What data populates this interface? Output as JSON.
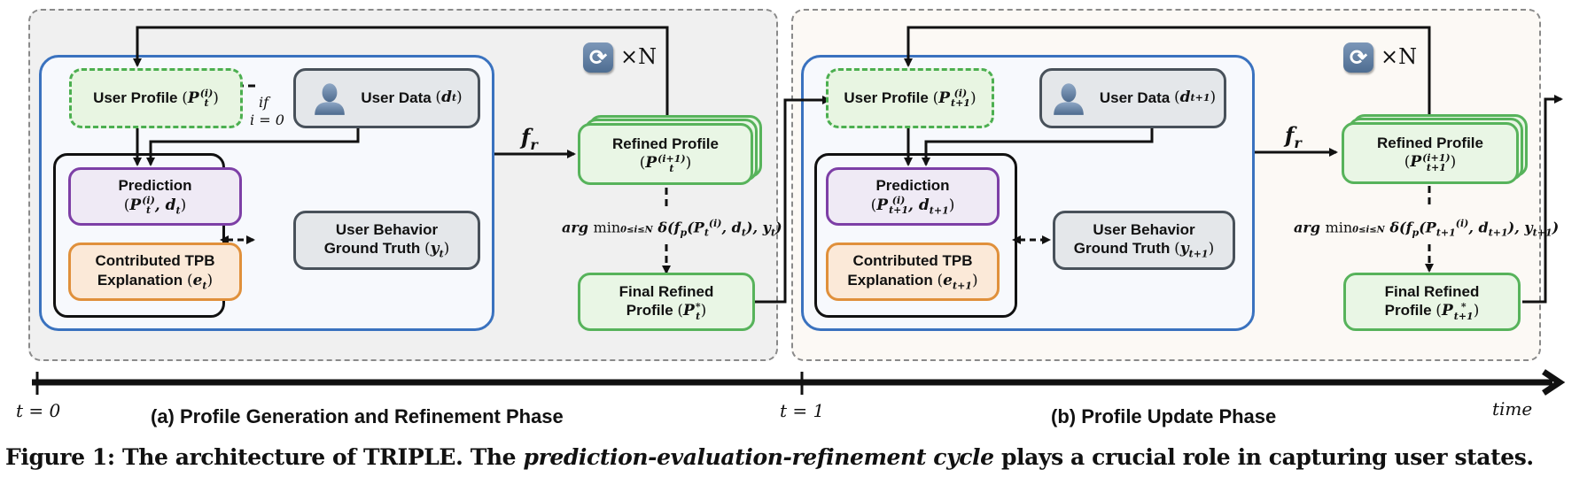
{
  "phases": [
    {
      "label": "(a) Profile Generation and Refinement Phase",
      "time_label": "t = 0",
      "user_profile": "User Profile (P_t^(i))",
      "user_profile_text": "User Profile",
      "user_data_text": "User Data",
      "user_data_var": "d",
      "user_data_sub": "t",
      "condition_line1": "if",
      "condition_line2": "i = 0",
      "prediction_title": "Prediction",
      "prediction_args": "(P_t^(i), d_t)",
      "explanation_line1": "Contributed TPB",
      "explanation_line2": "Explanation",
      "explanation_var": "e",
      "explanation_sub": "t",
      "behavior_line1": "User Behavior",
      "behavior_line2": "Ground Truth",
      "behavior_var": "y",
      "behavior_sub": "t",
      "refine_fn": "f_r",
      "refined_title": "Refined Profile",
      "refined_sup": "(i+1)",
      "refined_sub": "t",
      "objective": "arg min_{0≤i≤N} δ(f_p(P_t^(i), d_t), y_t)",
      "final_line1": "Final Refined",
      "final_line2": "Profile",
      "final_sub": "t",
      "loop_label": "×N",
      "sub": "t"
    },
    {
      "label": "(b) Profile Update Phase",
      "time_label": "t = 1",
      "user_profile": "User Profile (P_{t+1}^(i))",
      "user_profile_text": "User Profile",
      "user_data_text": "User Data",
      "user_data_var": "d",
      "user_data_sub": "t+1",
      "prediction_title": "Prediction",
      "prediction_args": "(P_{t+1}^(i), d_{t+1})",
      "explanation_line1": "Contributed TPB",
      "explanation_line2": "Explanation",
      "explanation_var": "e",
      "explanation_sub": "t+1",
      "behavior_line1": "User Behavior",
      "behavior_line2": "Ground Truth",
      "behavior_var": "y",
      "behavior_sub": "t+1",
      "refine_fn": "f_r",
      "refined_title": "Refined Profile",
      "refined_sup": "(i+1)",
      "refined_sub": "t+1",
      "objective": "arg min_{0≤i≤N} δ(f_p(P_{t+1}^(i), d_{t+1}), y_{t+1})",
      "final_line1": "Final Refined",
      "final_line2": "Profile",
      "final_sub": "t+1",
      "loop_label": "×N",
      "sub": "t+1"
    }
  ],
  "timeline": {
    "end_label": "time"
  },
  "icons": {
    "loop": "refresh-cycle-icon",
    "user": "person-silhouette-icon"
  },
  "colors": {
    "phase_a_bg": "#f0f0f0",
    "phase_b_bg": "#fcf9f5",
    "panel_border": "#3a72bf",
    "profile_green": "#4caf50",
    "prediction_purple": "#7d3fa6",
    "explanation_orange": "#e0903b",
    "gray_box": "#48515a"
  },
  "caption": {
    "prefix": "Figure 1: The architecture of TRIPLE. The ",
    "emphasis": "prediction-evaluation-refinement cycle",
    "suffix": " plays a crucial role in capturing user states."
  }
}
